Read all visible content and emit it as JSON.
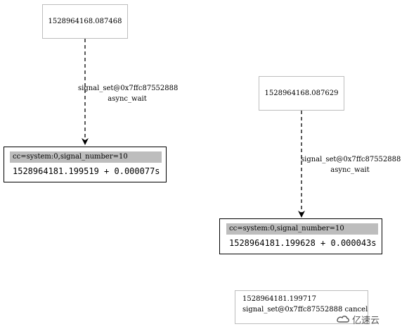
{
  "nodes": {
    "left_top": {
      "label": "1528964168.087468"
    },
    "right_top": {
      "label": "1528964168.087629"
    },
    "left_event": {
      "header": "cc=system:0,signal_number=10",
      "time": "1528964181.199519 + 0.000077s"
    },
    "right_event": {
      "header": "cc=system:0,signal_number=10",
      "time": "1528964181.199628 + 0.000043s"
    },
    "bottom_partial": {
      "line1": "1528964181.199717",
      "line2": "signal_set@0x7ffc87552888 cancel"
    }
  },
  "edges": {
    "left": {
      "line1": "signal_set@0x7ffc87552888",
      "line2": "async_wait"
    },
    "right": {
      "line1": "signal_set@0x7ffc87552888",
      "line2": "async_wait"
    }
  },
  "watermark": {
    "text": "亿速云",
    "icon": "yisu-cloud-logo-icon"
  },
  "colors": {
    "node_border": "#bdbdbd",
    "header_fill": "#bdbdbd",
    "edge": "#000000"
  }
}
